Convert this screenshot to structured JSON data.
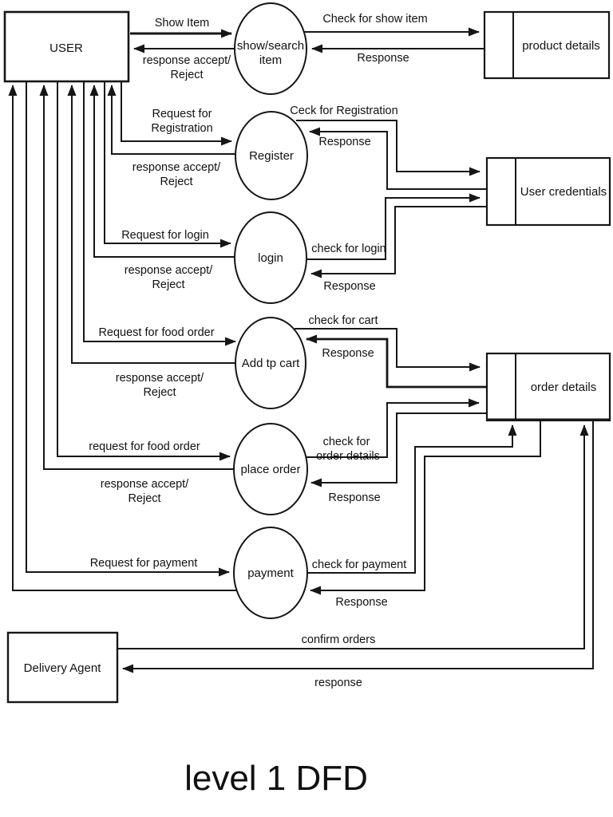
{
  "diagram_title": "level 1 DFD",
  "entities": {
    "user": "USER",
    "delivery_agent": "Delivery Agent"
  },
  "processes": {
    "show_search_item_line1": "show/search",
    "show_search_item_line2": "item",
    "register": "Register",
    "login": "login",
    "add_to_cart": "Add tp cart",
    "place_order": "place order",
    "payment": "payment"
  },
  "data_stores": {
    "product_details": "product details",
    "user_credentials": "User credentials",
    "order_details": "order details"
  },
  "flows": {
    "show_item": "Show Item",
    "response_accept_line1": "response accept/",
    "response_accept_line2": "Reject",
    "check_for_show_item": "Check for show item",
    "response": "Response",
    "request_for_registration_line1": "Request for",
    "request_for_registration_line2": "Registration",
    "ceck_for_registration": "Ceck for Registration",
    "request_for_login": "Request for login",
    "check_for_login": "check for login",
    "request_for_food_order": "Request for food order",
    "check_for_cart": "check for cart",
    "request_for_food_order_lower": "request for food order",
    "check_for_order_line1": "check for",
    "check_for_order_line2": "order details",
    "request_for_payment": "Request for payment",
    "check_for_payment": "check for payment",
    "confirm_orders": "confirm orders",
    "response_lower": "response"
  },
  "colors": {
    "stroke": "#161616",
    "background": "#ffffff"
  }
}
